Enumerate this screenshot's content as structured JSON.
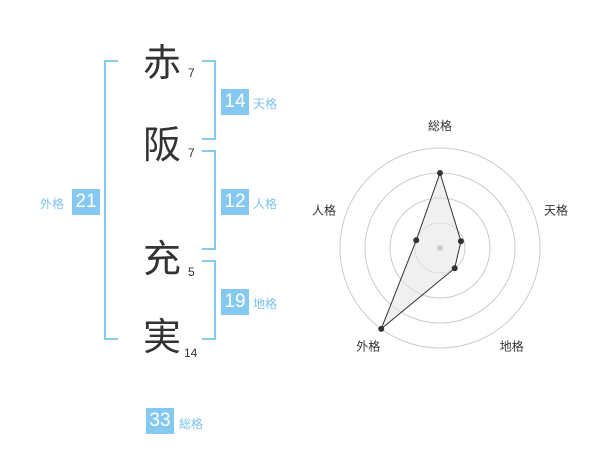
{
  "name": {
    "chars": [
      {
        "char": "赤",
        "strokes": "7"
      },
      {
        "char": "阪",
        "strokes": "7"
      },
      {
        "char": "充",
        "strokes": "5"
      },
      {
        "char": "実",
        "strokes": "14"
      }
    ]
  },
  "fortunes": {
    "tenkaku": {
      "value": "14",
      "label": "天格"
    },
    "jinkaku": {
      "value": "12",
      "label": "人格"
    },
    "chikaku": {
      "value": "19",
      "label": "地格"
    },
    "gaikaku": {
      "value": "21",
      "label": "外格"
    },
    "soukaku": {
      "value": "33",
      "label": "総格"
    }
  },
  "chart_data": {
    "type": "radar",
    "axes": [
      "総格",
      "天格",
      "地格",
      "外格",
      "人格"
    ],
    "values": [
      0.75,
      0.22,
      0.25,
      1.0,
      0.25
    ],
    "rings": 4,
    "colors": {
      "accent": "#86c9f0",
      "fill": "#e6e6e6",
      "line": "#333333",
      "grid": "#cccccc"
    }
  }
}
